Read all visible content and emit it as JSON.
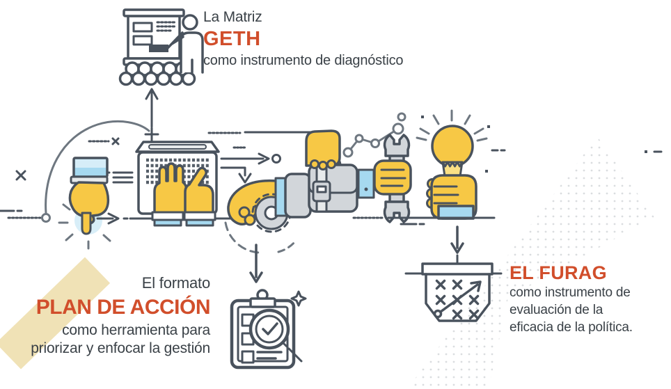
{
  "palette": {
    "outline": "#49525D",
    "outline_soft": "#6E7780",
    "yellow": "#F7C845",
    "yellow_light": "#FBE084",
    "blue": "#A6D9F0",
    "blue_light": "#D6EDF8",
    "gray": "#D2D6DA",
    "gray_light": "#E7EAEB",
    "accent": "#D14E2B",
    "text": "#3A4147",
    "tan": "#F0E2B6",
    "dot": "#DADDDF",
    "glow": "#D8EEF8"
  },
  "sections": {
    "geth": {
      "intro": "La Matriz",
      "title": "GETH",
      "caption": "como instrumento de diagnóstico"
    },
    "plan": {
      "intro": "El formato",
      "title": "PLAN DE ACCIÓN",
      "caption_line1": "como herramienta para",
      "caption_line2": "priorizar y enfocar la gestión"
    },
    "furag": {
      "title": "EL FURAG",
      "caption_line1": "como instrumento de",
      "caption_line2": "evaluación de la",
      "caption_line3": "eficacia de la política."
    }
  },
  "icons": {
    "presentation-board-icon": "line-art trainer at whiteboard with audience",
    "pressing-hand-icon": "yellow hand pressing a glowing button",
    "typing-laptop-icon": "two yellow hands typing on laptop",
    "gear-hand-icon": "hand turning a gear",
    "toolbox-machine-icon": "gray satchel machine carried by hand",
    "wrench-hand-icon": "fist holding double open-end wrench",
    "growth-chart-icon": "rising connected dots",
    "idea-bulb-hand-icon": "hand holding shining lightbulb",
    "checklist-magnifier-icon": "clipboard checklist with magnifier and check",
    "strategy-board-icon": "board with x marks and diagonal arrow",
    "highlight-strip": "tan diagonal band behind title",
    "dots-triangle": "light gray dotted triangle backdrop"
  }
}
